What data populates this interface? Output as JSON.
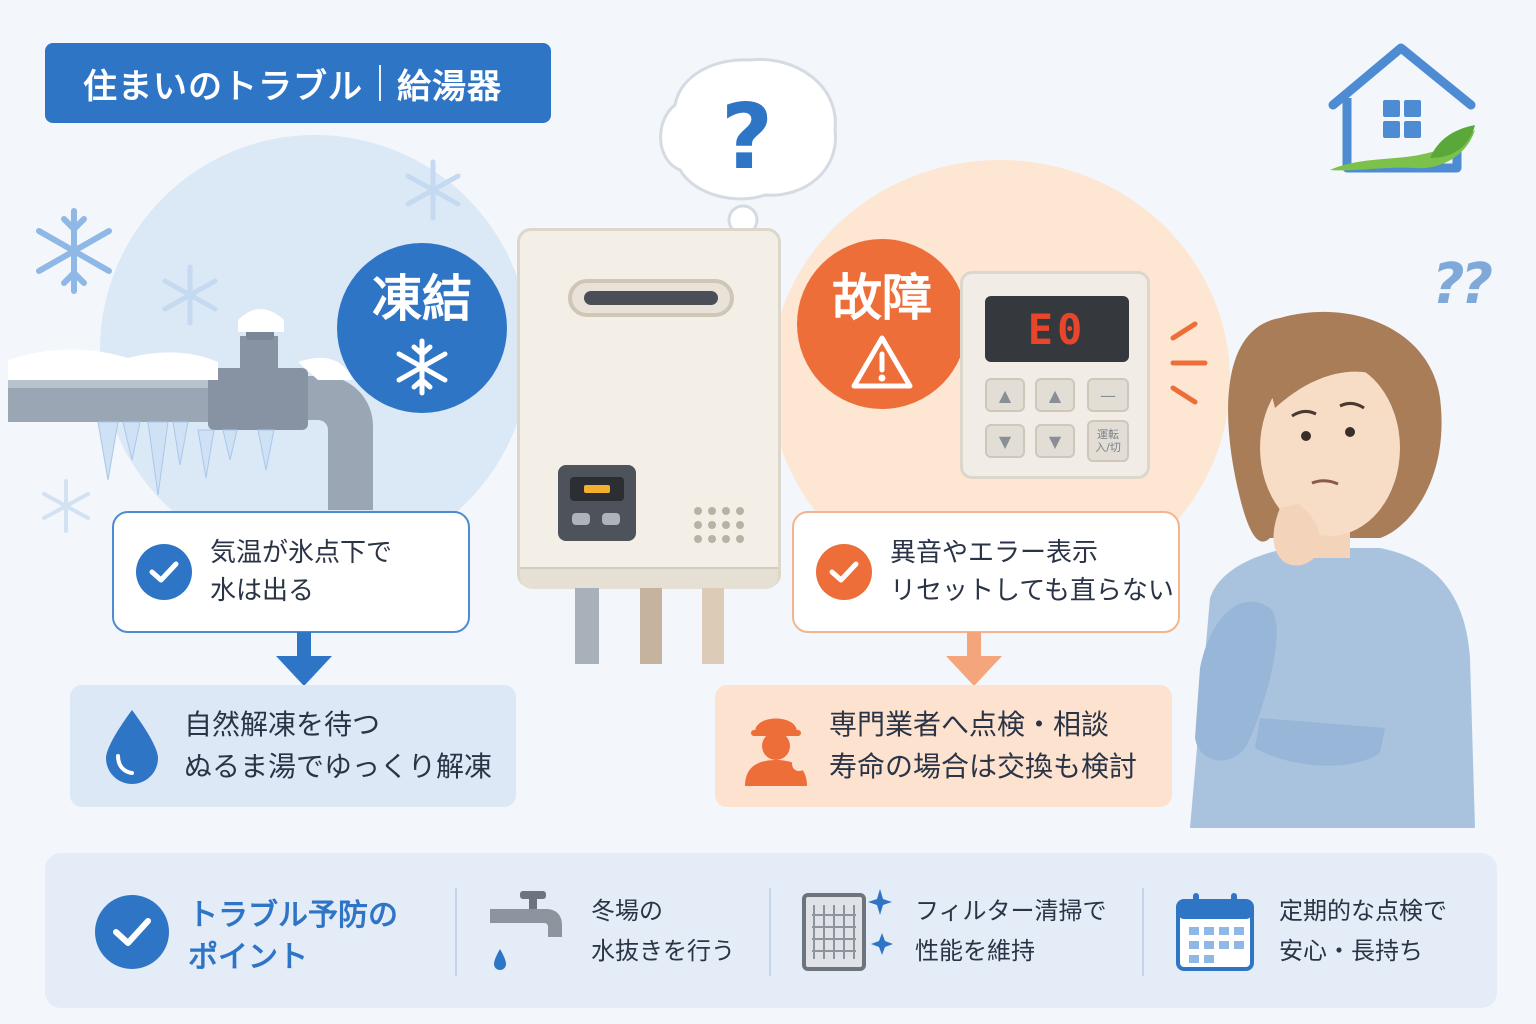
{
  "header": {
    "title": "住まいのトラブル",
    "subtitle": "給湯器"
  },
  "freeze": {
    "badge": "凍結",
    "symptom": [
      "気温が氷点下で",
      "水は出る"
    ],
    "solution": [
      "自然解凍を待つ",
      "ぬるま湯でゆっくり解凍"
    ]
  },
  "fault": {
    "badge": "故障",
    "display_code": "E0",
    "button_label": [
      "運転",
      "入/切"
    ],
    "symptom": [
      "異音やエラー表示",
      "リセットしても直らない"
    ],
    "solution": [
      "専門業者へ点検・相談",
      "寿命の場合は交換も検討"
    ]
  },
  "heater": {
    "bubble": "?"
  },
  "person": {
    "marks": "??"
  },
  "tips": {
    "heading": [
      "トラブル予防の",
      "ポイント"
    ],
    "items": [
      {
        "icon": "faucet-icon",
        "lines": [
          "冬場の",
          "水抜きを行う"
        ]
      },
      {
        "icon": "filter-icon",
        "lines": [
          "フィルター清掃で",
          "性能を維持"
        ]
      },
      {
        "icon": "calendar-icon",
        "lines": [
          "定期的な点検で",
          "安心・長持ち"
        ]
      }
    ]
  },
  "colors": {
    "blue": "#2f75c6",
    "orange": "#ee6e3a",
    "light_blue": "#dbe8f6",
    "light_orange": "#fde6d2"
  }
}
